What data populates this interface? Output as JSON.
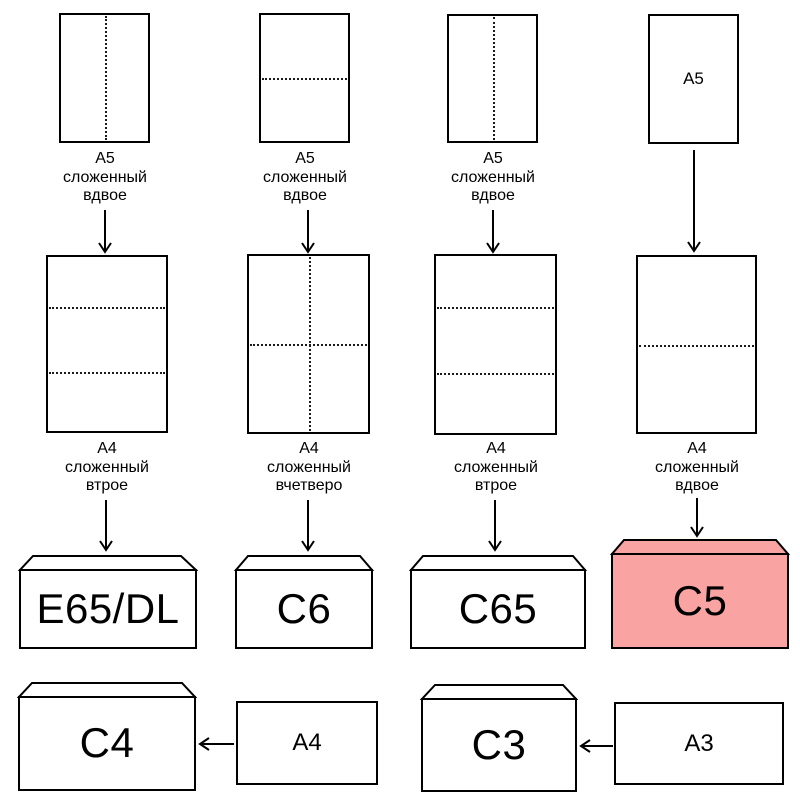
{
  "colors": {
    "highlight": "#faa3a3",
    "paper": "#ffffff",
    "stroke": "#000000"
  },
  "columns": [
    {
      "top_caption": {
        "line1": "A5",
        "line2": "сложенный",
        "line3": "вдвое"
      },
      "mid_caption": {
        "line1": "A4",
        "line2": "сложенный",
        "line3": "втрое"
      },
      "envelope_label": "E65/DL"
    },
    {
      "top_caption": {
        "line1": "A5",
        "line2": "сложенный",
        "line3": "вдвое"
      },
      "mid_caption": {
        "line1": "A4",
        "line2": "сложенный",
        "line3": "вчетверо"
      },
      "envelope_label": "C6"
    },
    {
      "top_caption": {
        "line1": "A5",
        "line2": "сложенный",
        "line3": "вдвое"
      },
      "mid_caption": {
        "line1": "A4",
        "line2": "сложенный",
        "line3": "втрое"
      },
      "envelope_label": "C65"
    },
    {
      "top_paper_label": "A5",
      "mid_caption": {
        "line1": "A4",
        "line2": "сложенный",
        "line3": "вдвое"
      },
      "envelope_label": "C5"
    }
  ],
  "bottom_row": [
    {
      "envelope_label": "C4",
      "paper_label": "A4"
    },
    {
      "envelope_label": "C3",
      "paper_label": "A3"
    }
  ]
}
